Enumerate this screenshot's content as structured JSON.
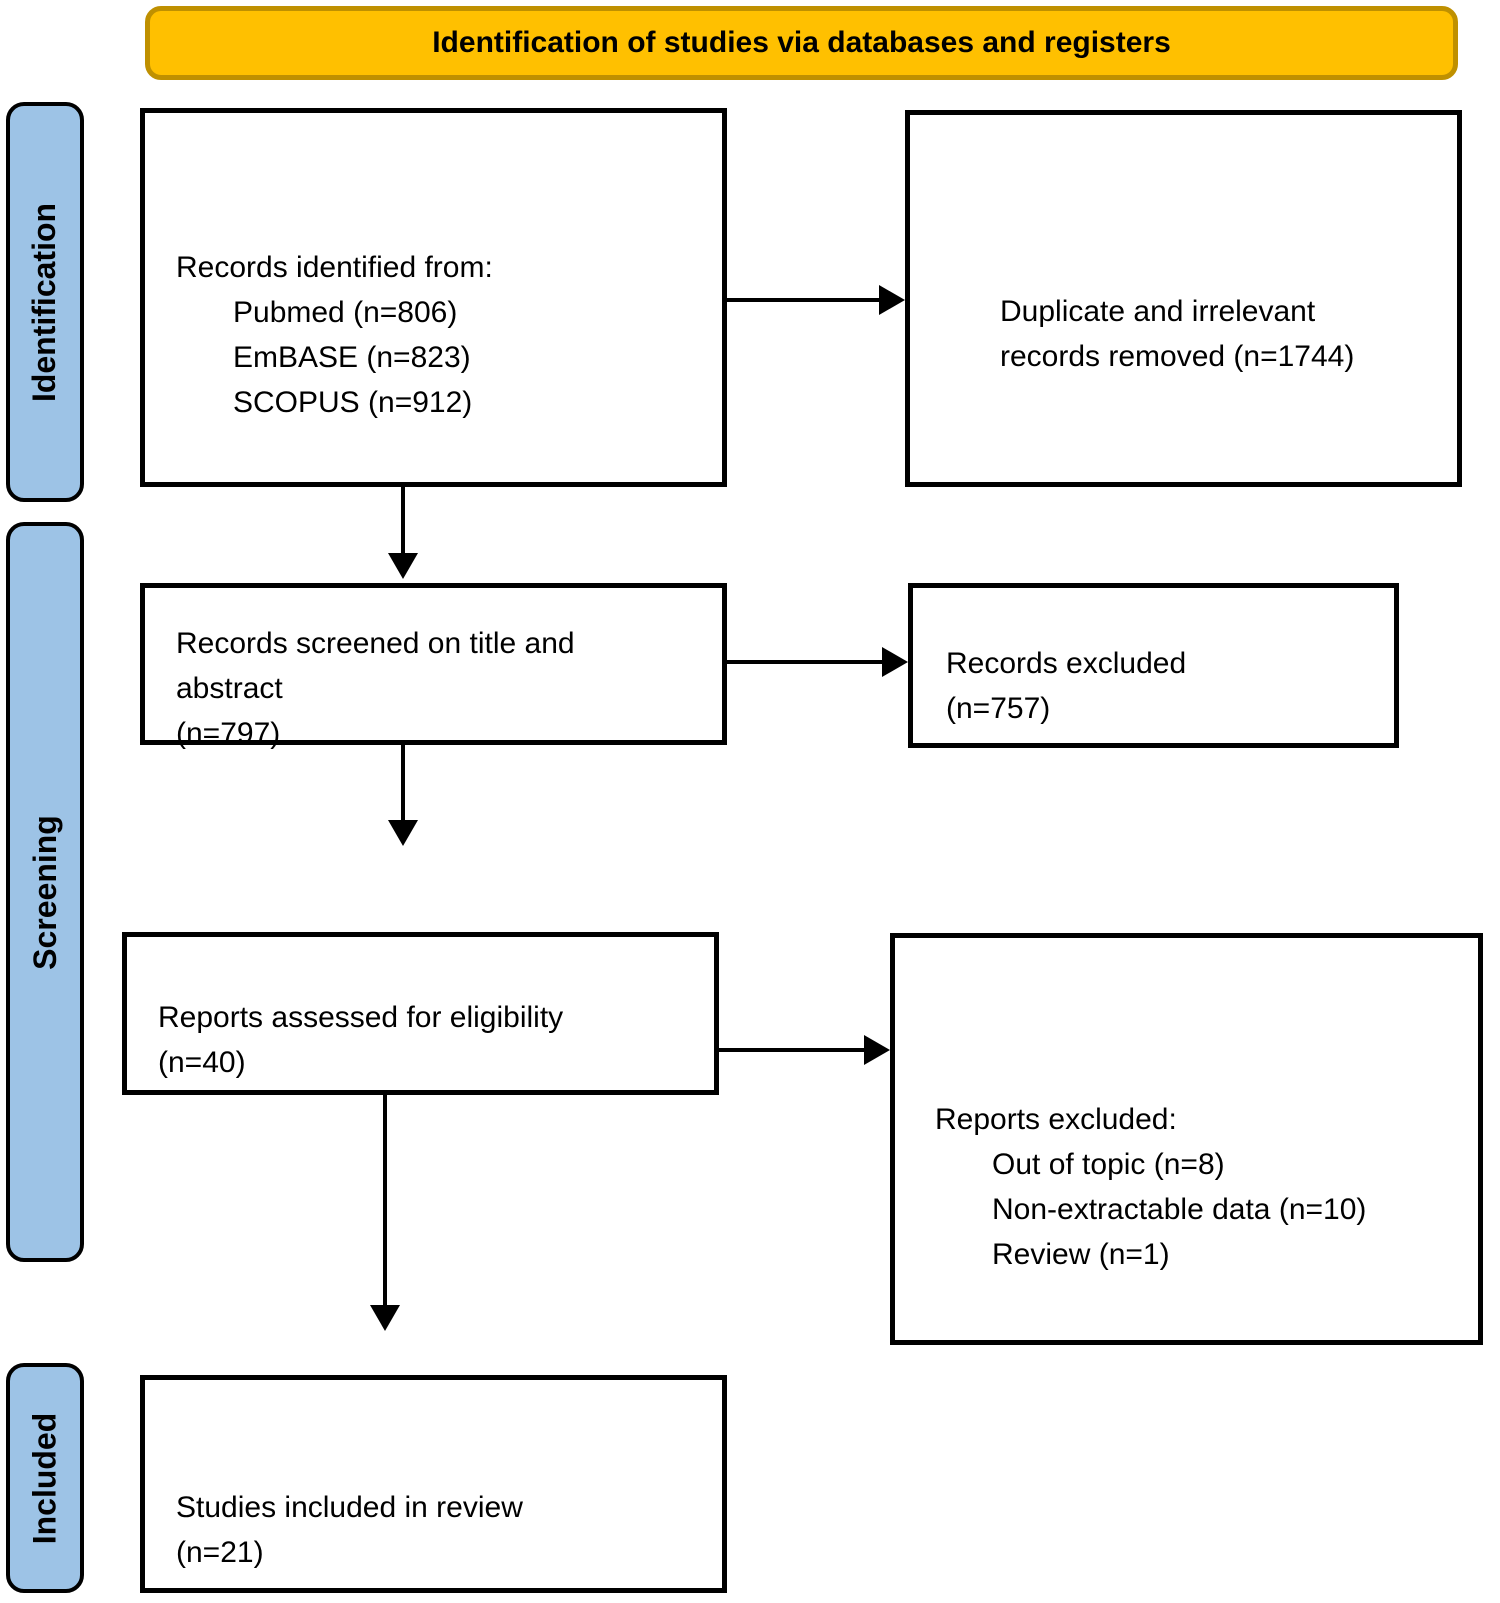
{
  "banner": {
    "title": "Identification of studies via databases and registers"
  },
  "stages": {
    "identification": "Identification",
    "screening": "Screening",
    "included": "Included"
  },
  "boxes": {
    "identified": {
      "title": "Records identified from:",
      "items": [
        "Pubmed (n=806)",
        "EmBASE (n=823)",
        "SCOPUS (n=912)"
      ]
    },
    "duplicates_removed": {
      "lines": [
        "Duplicate and irrelevant",
        "records removed (n=1744)"
      ]
    },
    "screened": {
      "lines": [
        "Records screened on title and",
        "abstract",
        "(n=797)"
      ]
    },
    "records_excluded": {
      "lines": [
        "Records excluded",
        "(n=757)"
      ]
    },
    "assessed": {
      "lines": [
        "Reports assessed for eligibility",
        "(n=40)"
      ]
    },
    "reports_excluded": {
      "title": "Reports excluded:",
      "items": [
        "Out of topic (n=8)",
        "Non-extractable data (n=10)",
        "Review (n=1)"
      ]
    },
    "included_review": {
      "lines": [
        "Studies included in review",
        "(n=21)"
      ]
    }
  },
  "colors": {
    "banner_bg": "#FFC000",
    "banner_border": "#BF9000",
    "stage_bg": "#9DC3E6",
    "box_border": "#000000",
    "arrow": "#000000"
  }
}
